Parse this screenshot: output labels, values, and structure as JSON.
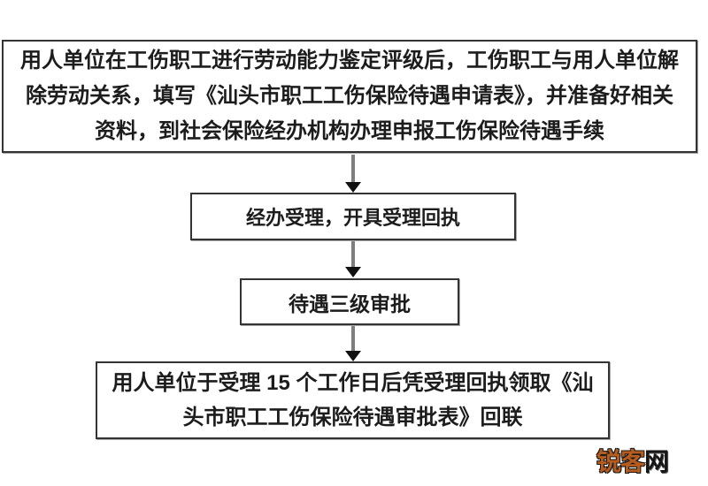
{
  "flowchart": {
    "steps": [
      {
        "name": "declare-benefits",
        "lines": [
          "用人单位在工伤职工进行劳动能力鉴定评级后，工伤职工与用人单位解",
          "除劳动关系，填写《汕头市职工工伤保险待遇申请表》，并准备好相关",
          "资料，到社会保险经办机构办理申报工伤保险待遇手续"
        ]
      },
      {
        "name": "acceptance",
        "text": "经办受理，开具受理回执"
      },
      {
        "name": "three-level-approval",
        "text": "待遇三级审批"
      },
      {
        "name": "collect-approval-form",
        "lines": [
          "用人单位于受理 15 个工作日后凭受理回执领取《汕",
          "头市职工工伤保险待遇审批表》回联"
        ]
      }
    ]
  },
  "watermark": {
    "part1": "锐客",
    "part2": "网"
  },
  "colors": {
    "box_border": "#333333",
    "box_text": "#1c1c1c",
    "arrow_line": "#7e7e7e",
    "arrow_head": "#111111",
    "watermark_orange": "#b55c1e",
    "watermark_dark": "#161616",
    "background": "#ffffff"
  }
}
